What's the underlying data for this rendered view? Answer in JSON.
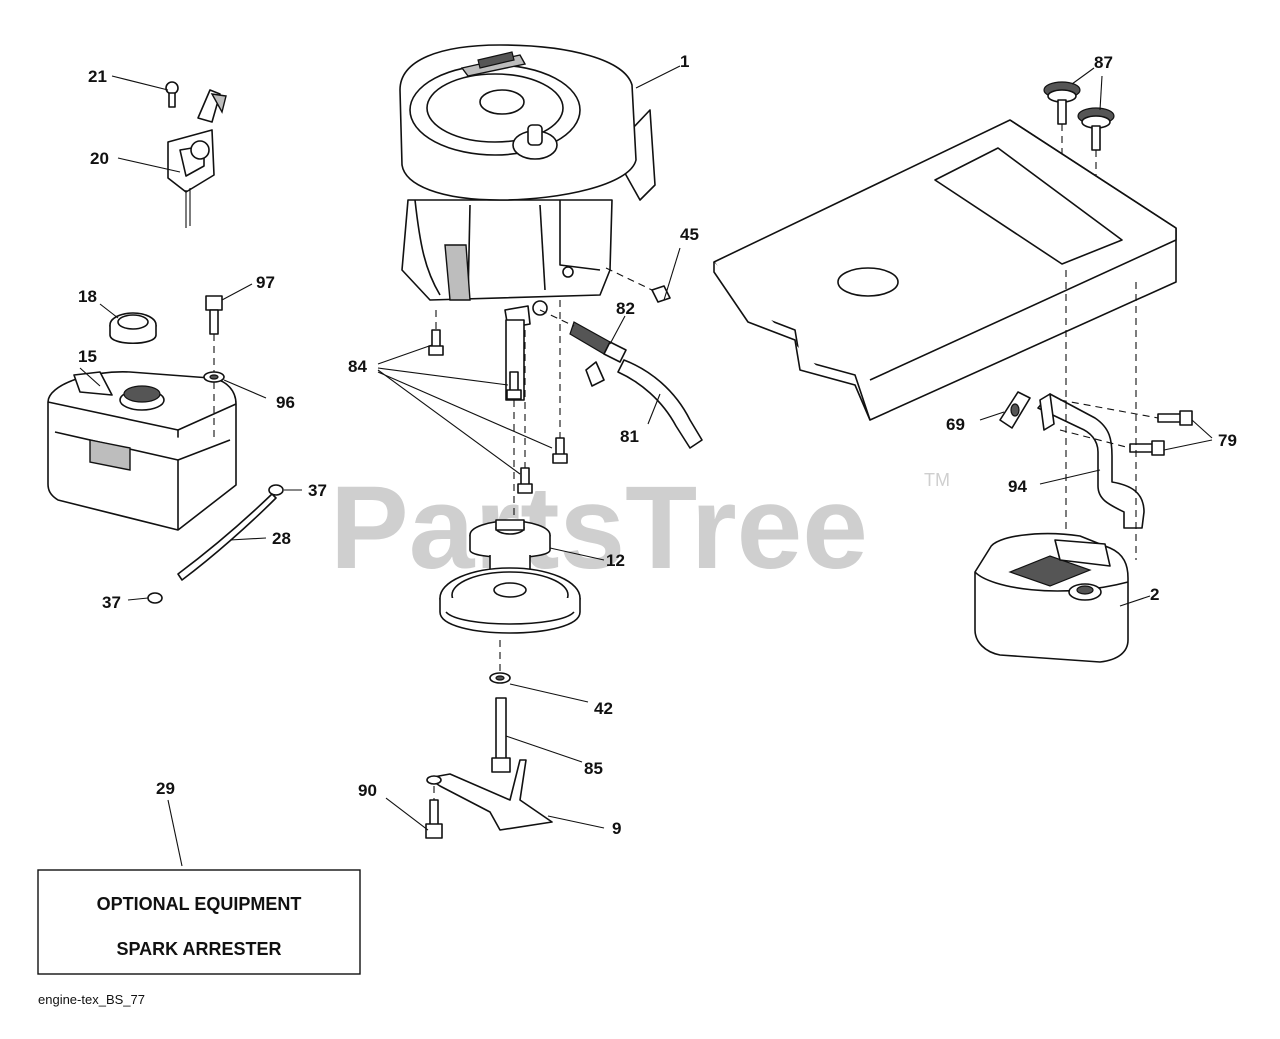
{
  "watermark": {
    "text": "PartsTree",
    "trademark": "TM"
  },
  "parts": [
    {
      "id": "p1",
      "label": "1"
    },
    {
      "id": "p2",
      "label": "2"
    },
    {
      "id": "p9",
      "label": "9"
    },
    {
      "id": "p12",
      "label": "12"
    },
    {
      "id": "p15",
      "label": "15"
    },
    {
      "id": "p18",
      "label": "18"
    },
    {
      "id": "p20",
      "label": "20"
    },
    {
      "id": "p21",
      "label": "21"
    },
    {
      "id": "p28",
      "label": "28"
    },
    {
      "id": "p29",
      "label": "29"
    },
    {
      "id": "p37a",
      "label": "37"
    },
    {
      "id": "p37b",
      "label": "37"
    },
    {
      "id": "p42",
      "label": "42"
    },
    {
      "id": "p45",
      "label": "45"
    },
    {
      "id": "p69",
      "label": "69"
    },
    {
      "id": "p79",
      "label": "79"
    },
    {
      "id": "p81",
      "label": "81"
    },
    {
      "id": "p82",
      "label": "82"
    },
    {
      "id": "p84",
      "label": "84"
    },
    {
      "id": "p85",
      "label": "85"
    },
    {
      "id": "p87",
      "label": "87"
    },
    {
      "id": "p90",
      "label": "90"
    },
    {
      "id": "p94",
      "label": "94"
    },
    {
      "id": "p96",
      "label": "96"
    },
    {
      "id": "p97",
      "label": "97"
    }
  ],
  "note": {
    "line1": "OPTIONAL EQUIPMENT",
    "line2": "SPARK ARRESTER"
  },
  "caption": "engine-tex_BS_77"
}
